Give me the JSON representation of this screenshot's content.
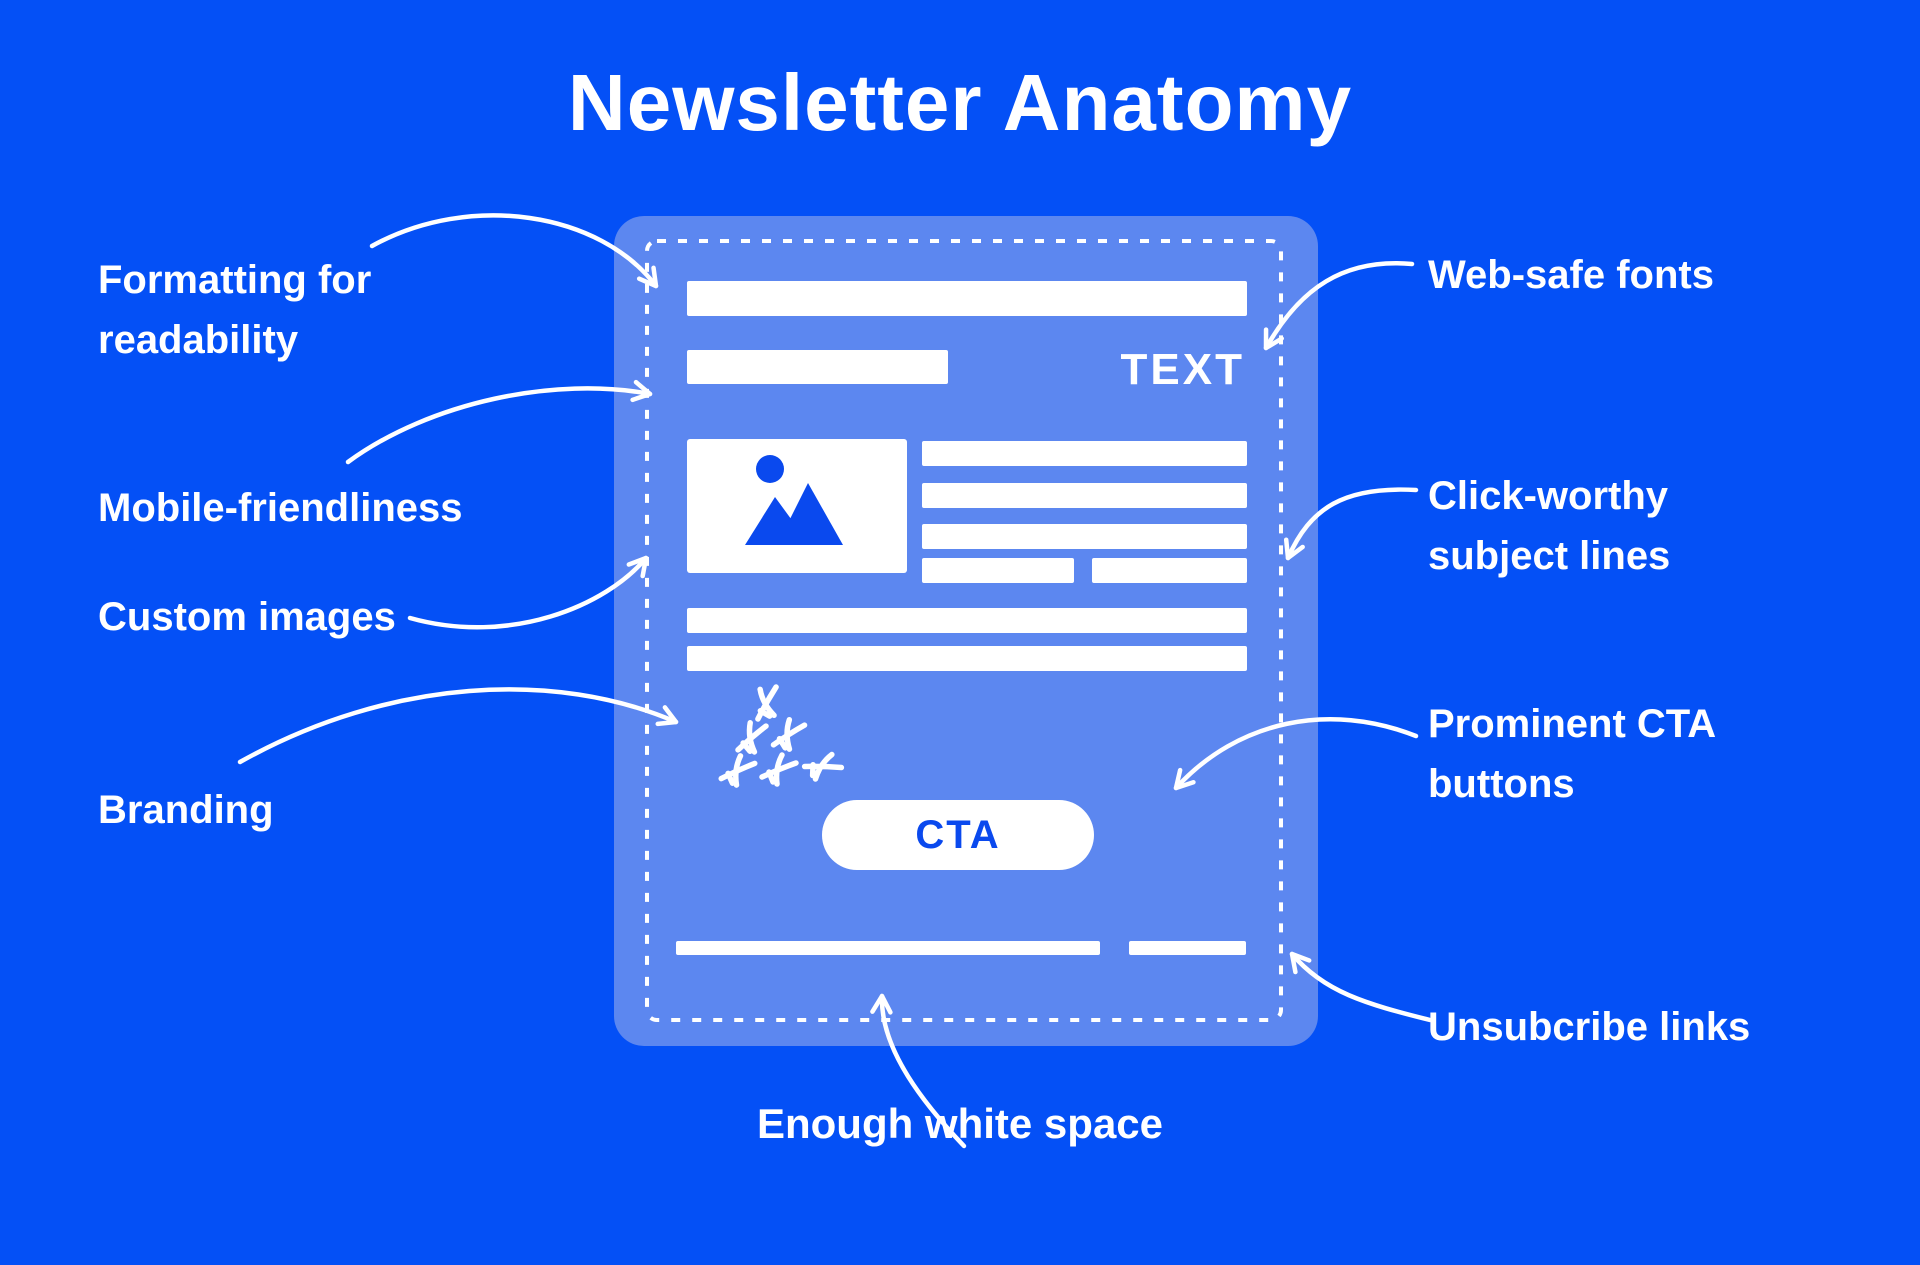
{
  "title": "Newsletter Anatomy",
  "colors": {
    "background": "#0450F6",
    "card": "#5C87F0",
    "accent": "#0A49EE",
    "text": "#FFFFFF"
  },
  "annotations": {
    "formatting": {
      "lines": [
        "Formatting for",
        "readability"
      ]
    },
    "mobile": {
      "text": "Mobile-friendliness"
    },
    "custom_images": {
      "text": "Custom images"
    },
    "branding": {
      "text": "Branding"
    },
    "web_safe": {
      "text": "Web-safe fonts"
    },
    "click_worthy": {
      "lines": [
        "Click-worthy",
        "subject lines"
      ]
    },
    "prominent_cta": {
      "lines": [
        "Prominent CTA",
        "buttons"
      ]
    },
    "unsubscribe": {
      "text": "Unsubcribe links"
    },
    "white_space": {
      "text": "Enough white space"
    }
  },
  "newsletter": {
    "text_placeholder": "TEXT",
    "cta_label": "CTA",
    "icons": {
      "image_placeholder": "image-placeholder-icon",
      "branding_doodles": "doodle-planes-icon"
    }
  }
}
